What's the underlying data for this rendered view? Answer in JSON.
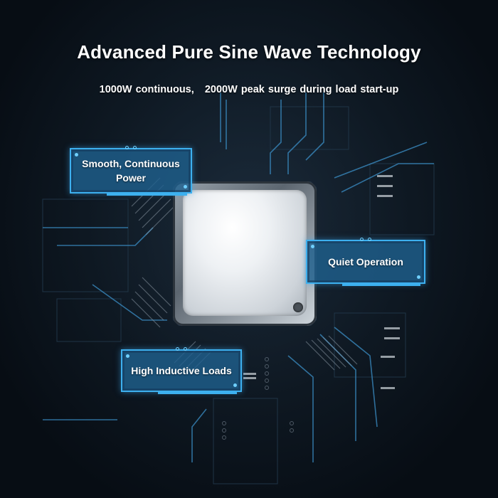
{
  "headline": {
    "title": "Advanced Pure Sine Wave Technology",
    "subtitle": "1000W continuous,   2000W peak surge during load start-up"
  },
  "callouts": [
    {
      "id": "smooth",
      "line1": "Smooth, Continuous",
      "line2": "Power"
    },
    {
      "id": "quiet",
      "label": "Quiet Operation"
    },
    {
      "id": "high",
      "label": "High Inductive Loads"
    }
  ],
  "illustration": {
    "subject": "cpu-chip-on-circuit-board",
    "colors": {
      "background": "#0b1520",
      "trace_blue": "#3db0ef",
      "callout_fill": "#1e5f8c",
      "chip_silver": "#e6eaee"
    }
  }
}
